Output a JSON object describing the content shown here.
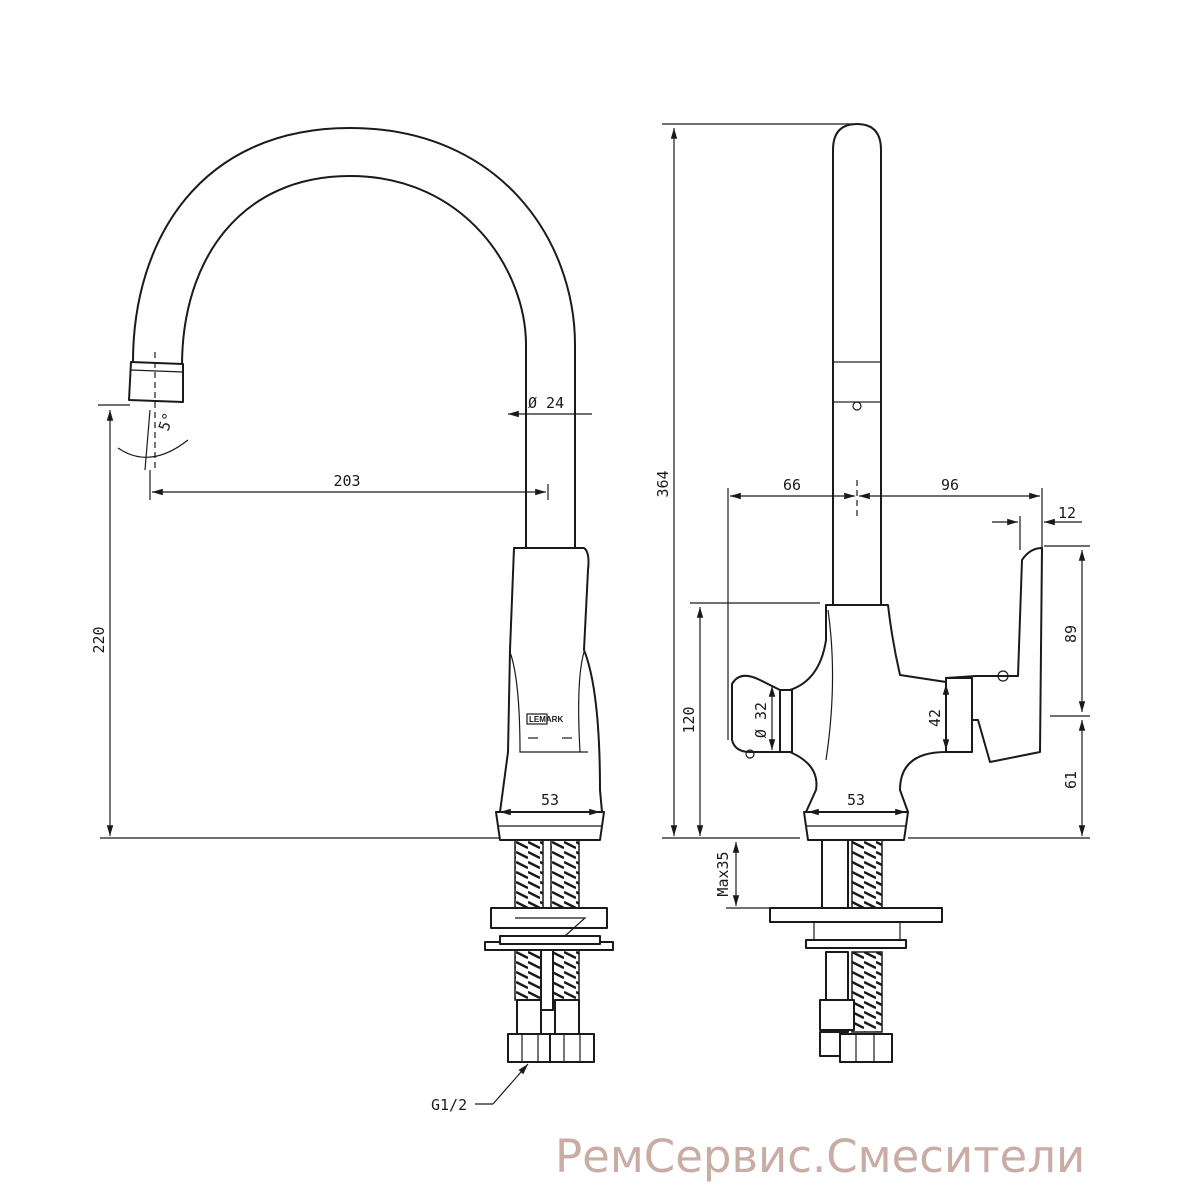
{
  "dimensions": {
    "left": {
      "height_220": "220",
      "reach_203": "203",
      "diameter_24": "Ø 24",
      "angle_5": "5°",
      "base_53": "53",
      "thread": "G1/2"
    },
    "right": {
      "height_364": "364",
      "width_66": "66",
      "width_96": "96",
      "offset_12": "12",
      "height_89": "89",
      "height_61": "61",
      "height_120": "120",
      "height_42": "42",
      "diameter_32": "Ø 32",
      "base_53": "53",
      "max_35": "Max35"
    }
  },
  "brand": {
    "logo": "LEMARK"
  },
  "watermark": "РемСервис.Смесители"
}
